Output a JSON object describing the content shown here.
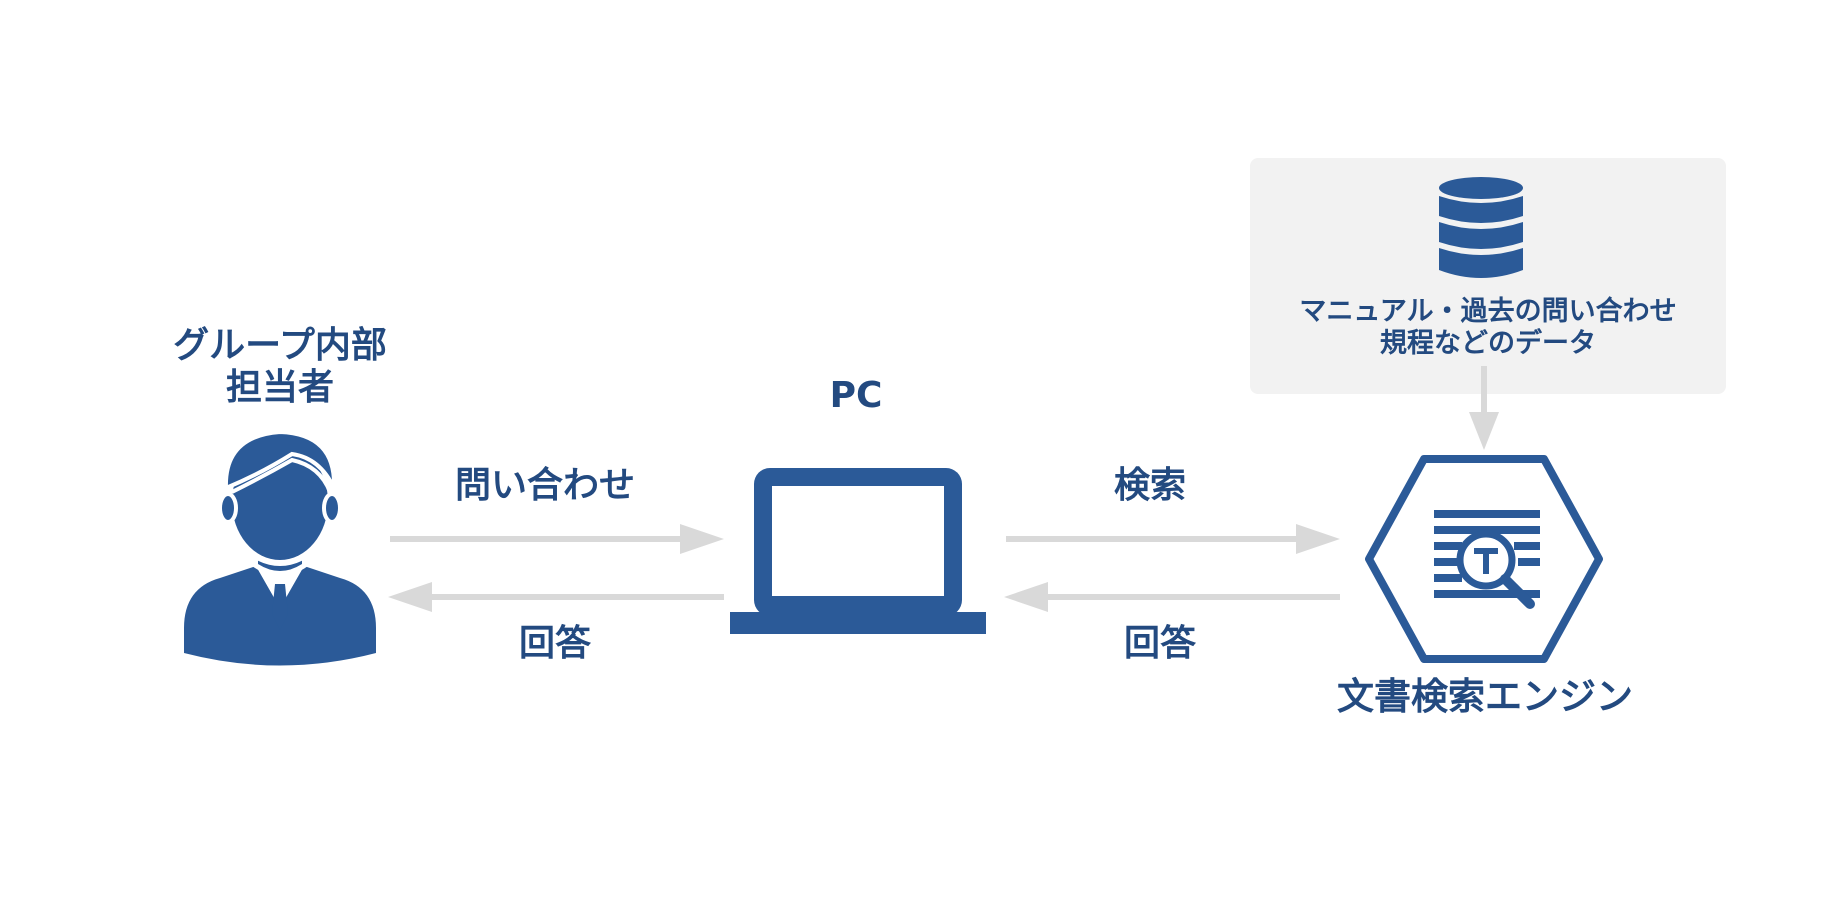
{
  "colors": {
    "primary": "#2b5a98",
    "text": "#234a80",
    "arrow": "#d9d9d9",
    "panel": "#f2f2f2"
  },
  "person": {
    "icon": "person-in-suit-icon",
    "label_line1": "グループ内部",
    "label_line2": "担当者"
  },
  "pc": {
    "icon": "laptop-icon",
    "label": "PC"
  },
  "database": {
    "icon": "database-icon",
    "label_line1": "マニュアル・過去の問い合わせ",
    "label_line2": "規程などのデータ"
  },
  "engine": {
    "icon": "document-search-hexagon-icon",
    "label": "文書検索エンジン"
  },
  "flows": {
    "inquiry": "問い合わせ",
    "answer_left": "回答",
    "search": "検索",
    "answer_right": "回答"
  }
}
